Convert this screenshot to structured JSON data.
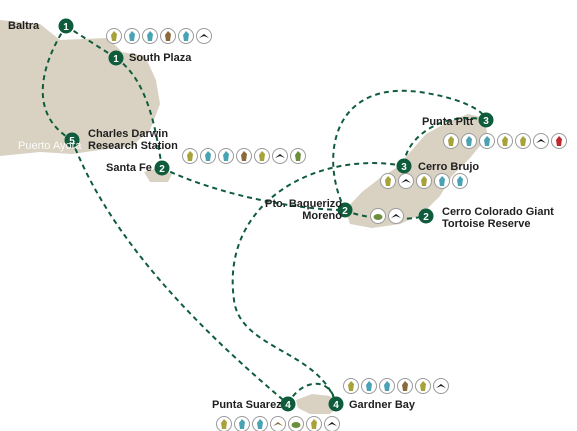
{
  "colors": {
    "land": "#d9d2c2",
    "route": "#0f5c3c",
    "marker": "#0f5c3c",
    "marker_text": "#ffffff",
    "label": "#1f1f1f",
    "icon_olive": "#a7a23a",
    "icon_teal": "#4aa3b4",
    "icon_green": "#6a8f3a",
    "icon_brown": "#8a6a3a",
    "icon_red": "#c0272d",
    "icon_black": "#1a1a1a"
  },
  "background_labels": {
    "puerto_ayora": "Puerto Ayora"
  },
  "stops": [
    {
      "id": "baltra",
      "name": "Baltra",
      "day": "1"
    },
    {
      "id": "south-plaza",
      "name": "South Plaza",
      "day": "1"
    },
    {
      "id": "charles-darwin",
      "name": "Charles Darwin Research Station",
      "day": "5"
    },
    {
      "id": "santa-fe",
      "name": "Santa Fe",
      "day": "2"
    },
    {
      "id": "punta-pitt",
      "name": "Punta Pitt",
      "day": "3"
    },
    {
      "id": "cerro-brujo",
      "name": "Cerro Brujo",
      "day": "3"
    },
    {
      "id": "pto-baquerizo",
      "name": "Pto. Baquerizo Moreno",
      "day": "2"
    },
    {
      "id": "cerro-colorado",
      "name": "Cerro Colorado Giant Tortoise Reserve",
      "day": "2"
    },
    {
      "id": "punta-suarez",
      "name": "Punta Suarez",
      "day": "4"
    },
    {
      "id": "gardner-bay",
      "name": "Gardner Bay",
      "day": "4"
    }
  ],
  "wildlife_icons": {
    "baltra": [
      "finch",
      "sea-lion",
      "marine-iguana",
      "land-iguana",
      "sea-lion",
      "frigatebird"
    ],
    "santa-fe": [
      "finch",
      "sea-lion",
      "marine-iguana",
      "land-iguana",
      "finch",
      "frigatebird",
      "heron"
    ],
    "punta-pitt": [
      "finch",
      "sea-lion",
      "booby",
      "finch",
      "finch",
      "frigatebird",
      "red-footed-booby"
    ],
    "cerro-brujo": [
      "finch",
      "frigatebird",
      "finch",
      "booby",
      "marine-iguana"
    ],
    "cerro-colorado": [
      "tortoise",
      "frigatebird"
    ],
    "gardner-bay": [
      "finch",
      "sea-lion",
      "marine-iguana",
      "land-iguana",
      "finch",
      "frigatebird"
    ],
    "punta-suarez": [
      "finch",
      "booby",
      "marine-iguana",
      "albatross",
      "tortoise",
      "finch",
      "frigatebird"
    ]
  }
}
